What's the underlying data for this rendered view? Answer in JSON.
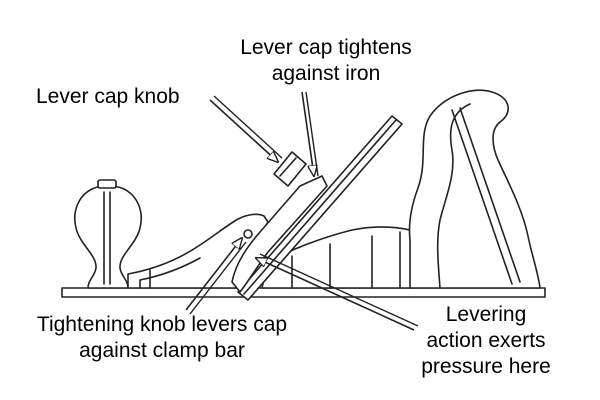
{
  "labels": {
    "lever_cap_knob": "Lever cap knob",
    "lever_cap_tightens": [
      "Lever cap tightens",
      "against iron"
    ],
    "tightening_knob": [
      "Tightening knob levers cap",
      "against clamp bar"
    ],
    "levering_action": [
      "Levering",
      "action exerts",
      "pressure here"
    ]
  },
  "colors": {
    "line": "#222222",
    "fill": "#ffffff",
    "text": "#000000"
  }
}
